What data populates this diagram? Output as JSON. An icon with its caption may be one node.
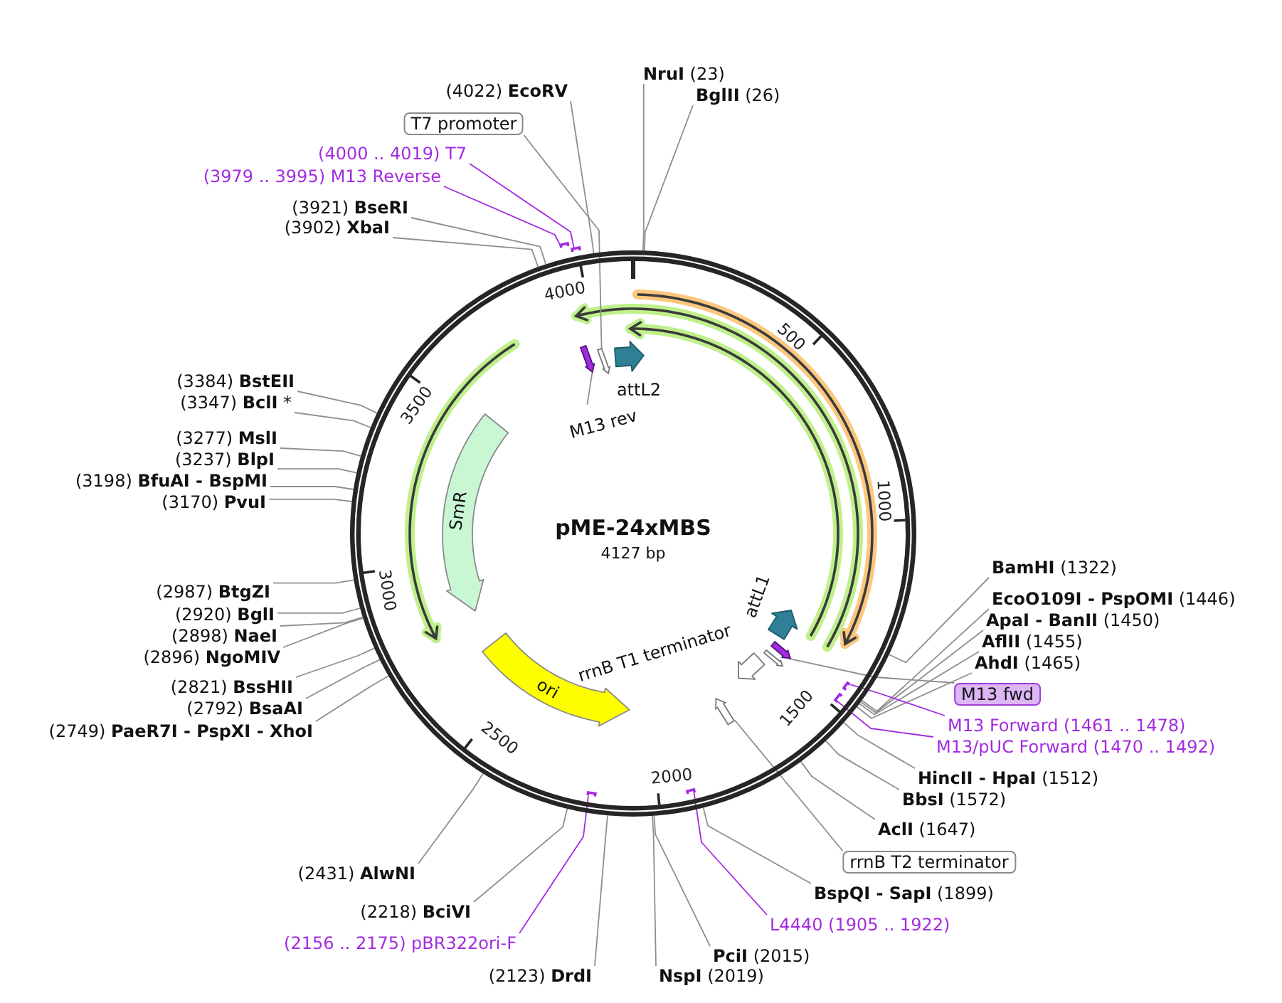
{
  "diagram": {
    "nodes": [
      {
        "text": [
          "pME-24xMBS",
          "4127 bp"
        ]
      },
      {
        "text": [
          "(4022) **EcoRV**"
        ]
      },
      {
        "text": [
          "**NruI** (23)"
        ]
      },
      {
        "text": [
          "**BglII** (26)"
        ]
      },
      {
        "text": [
          "T7 promoter"
        ]
      },
      {
        "text": [
          "(4000 .. 4019) T7"
        ]
      },
      {
        "text": [
          "(3979 .. 3995) M13 Reverse"
        ]
      },
      {
        "text": [
          "(3921) **BseRI**"
        ]
      },
      {
        "text": [
          "(3902) **XbaI**"
        ]
      },
      {
        "text": [],
        "shape": "bar"
      },
      {
        "text": [],
        "shape": "bar"
      },
      {
        "text": [],
        "shape": "arrow",
        "in": 0
      },
      {
        "text": [],
        "shape": "arrow",
        "in": 0
      },
      {
        "text": [
          "attL2"
        ],
        "in": 0
      },
      {
        "text": [
          "M13 rev"
        ],
        "in": 0
      },
      {
        "text": [
          "(3384) **BstEII**"
        ]
      },
      {
        "text": [
          "(3347) **BclI** *"
        ]
      },
      {
        "text": [
          "(3277) **MslI**"
        ]
      },
      {
        "text": [
          "(3237) **BlpI**"
        ]
      },
      {
        "text": [
          "(3198) **BfuAI - BspMI**"
        ]
      },
      {
        "text": [
          "(3170) **PvuI**"
        ]
      },
      {
        "text": [
          "SmR"
        ],
        "in": 0
      },
      {
        "text": [
          "(2987) **BtgZI**"
        ]
      },
      {
        "text": [
          "(2920) **BglI**"
        ]
      },
      {
        "text": [
          "(2898) **NaeI**"
        ]
      },
      {
        "text": [
          "(2896) **NgoMIV**"
        ]
      },
      {
        "text": [
          "(2821) **BssHII**"
        ]
      },
      {
        "text": [
          "(2792) **BsaAI**"
        ]
      },
      {
        "text": [
          "(2749) **PaeR7I - PspXI - XhoI**"
        ]
      },
      {
        "text": [
          "**BamHI** (1322)"
        ]
      },
      {
        "text": [
          "**EcoO109I - PspOMI** (1446)"
        ]
      },
      {
        "text": [
          "**ApaI - BanII** (1450)"
        ]
      },
      {
        "text": [
          "**AflII** (1455)"
        ]
      },
      {
        "text": [
          "**AhdI** (1465)"
        ]
      },
      {
        "text": [
          "attL1"
        ],
        "in": 0
      },
      {
        "text": [],
        "shape": "arrow",
        "in": 0
      },
      {
        "text": [
          "rrnB T1 terminator"
        ],
        "in": 0
      },
      {
        "text": [],
        "shape": "arrow",
        "in": 0
      },
      {
        "text": [
          "ori"
        ],
        "in": 0
      },
      {
        "text": [
          "M13 fwd"
        ]
      },
      {
        "text": [
          "M13 Forward (1461 .. 1478)"
        ]
      },
      {
        "text": [
          "M13/pUC Forward (1470 .. 1492)"
        ]
      },
      {
        "text": [],
        "shape": "bar",
        "in": 0
      },
      {
        "text": [],
        "shape": "bar",
        "in": 0
      },
      {
        "text": [
          "**HincII - HpaI** (1512)"
        ]
      },
      {
        "text": [
          "**BbsI** (1572)"
        ]
      },
      {
        "text": [
          "**AclI** (1647)"
        ]
      },
      {
        "text": [
          "rrnB T2 terminator"
        ]
      },
      {
        "text": [
          "(2431) **AlwNI**"
        ]
      },
      {
        "text": [
          "**BspQI - SapI** (1899)"
        ]
      },
      {
        "text": [],
        "shape": "bar",
        "in": 0
      },
      {
        "text": [],
        "shape": "bar",
        "in": 0
      },
      {
        "text": [
          "(2218) **BciVI**"
        ]
      },
      {
        "text": [
          "L4440 (1905 .. 1922)"
        ]
      },
      {
        "text": [
          "(2156 .. 2175) pBR322ori-F"
        ]
      },
      {
        "text": [
          "**PciI** (2015)"
        ]
      },
      {
        "text": [
          "(2123) **DrdI**"
        ]
      },
      {
        "text": [
          "**NspI** (2019)"
        ]
      },
      {
        "text": [],
        "shape": "arrow",
        "in": 0
      }
    ],
    "edges": [
      {
        "from": 1,
        "to": 0,
        "arrow": "none"
      },
      {
        "from": 2,
        "to": 0,
        "arrow": "none"
      },
      {
        "from": 3,
        "to": 0,
        "arrow": "none"
      },
      {
        "from": 4,
        "to": 11,
        "arrow": "none"
      },
      {
        "from": 5,
        "to": 9,
        "arrow": "none",
        "color": "#a32be0"
      },
      {
        "from": 6,
        "to": 10,
        "arrow": "none",
        "color": "#a32be0"
      },
      {
        "from": 7,
        "to": 0,
        "arrow": "none"
      },
      {
        "from": 8,
        "to": 0,
        "arrow": "none"
      },
      {
        "from": 14,
        "to": 12,
        "arrow": "none"
      },
      {
        "from": 15,
        "to": 0,
        "arrow": "none"
      },
      {
        "from": 16,
        "to": 0,
        "arrow": "none"
      },
      {
        "from": 17,
        "to": 0,
        "arrow": "none"
      },
      {
        "from": 18,
        "to": 0,
        "arrow": "none"
      },
      {
        "from": 19,
        "to": 0,
        "arrow": "none"
      },
      {
        "from": 20,
        "to": 0,
        "arrow": "none"
      },
      {
        "from": 22,
        "to": 0,
        "arrow": "none"
      },
      {
        "from": 23,
        "to": 0,
        "arrow": "none"
      },
      {
        "from": 24,
        "to": 0,
        "arrow": "none"
      },
      {
        "from": 25,
        "to": 0,
        "arrow": "none"
      },
      {
        "from": 26,
        "to": 0,
        "arrow": "none"
      },
      {
        "from": 27,
        "to": 0,
        "arrow": "none"
      },
      {
        "from": 28,
        "to": 0,
        "arrow": "none"
      },
      {
        "from": 29,
        "to": 0,
        "arrow": "none"
      },
      {
        "from": 30,
        "to": 0,
        "arrow": "none"
      },
      {
        "from": 31,
        "to": 0,
        "arrow": "none"
      },
      {
        "from": 32,
        "to": 0,
        "arrow": "none"
      },
      {
        "from": 33,
        "to": 0,
        "arrow": "none"
      },
      {
        "from": 39,
        "to": 35,
        "arrow": "none"
      },
      {
        "from": 40,
        "to": 42,
        "arrow": "none",
        "color": "#a32be0"
      },
      {
        "from": 41,
        "to": 43,
        "arrow": "none",
        "color": "#a32be0"
      },
      {
        "from": 44,
        "to": 0,
        "arrow": "none"
      },
      {
        "from": 45,
        "to": 0,
        "arrow": "none"
      },
      {
        "from": 46,
        "to": 0,
        "arrow": "none"
      },
      {
        "from": 47,
        "to": 37,
        "arrow": "none"
      },
      {
        "from": 48,
        "to": 0,
        "arrow": "none"
      },
      {
        "from": 49,
        "to": 0,
        "arrow": "none"
      },
      {
        "from": 52,
        "to": 0,
        "arrow": "none"
      },
      {
        "from": 53,
        "to": 51,
        "arrow": "none",
        "color": "#a32be0"
      },
      {
        "from": 54,
        "to": 50,
        "arrow": "none",
        "color": "#a32be0"
      },
      {
        "from": 55,
        "to": 0,
        "arrow": "none"
      },
      {
        "from": 56,
        "to": 0,
        "arrow": "none"
      },
      {
        "from": 57,
        "to": 0,
        "arrow": "none"
      }
    ],
    "labels": [
      "500",
      "1000",
      "1500",
      "2000",
      "2500",
      "3000",
      "3500",
      "4000"
    ]
  }
}
